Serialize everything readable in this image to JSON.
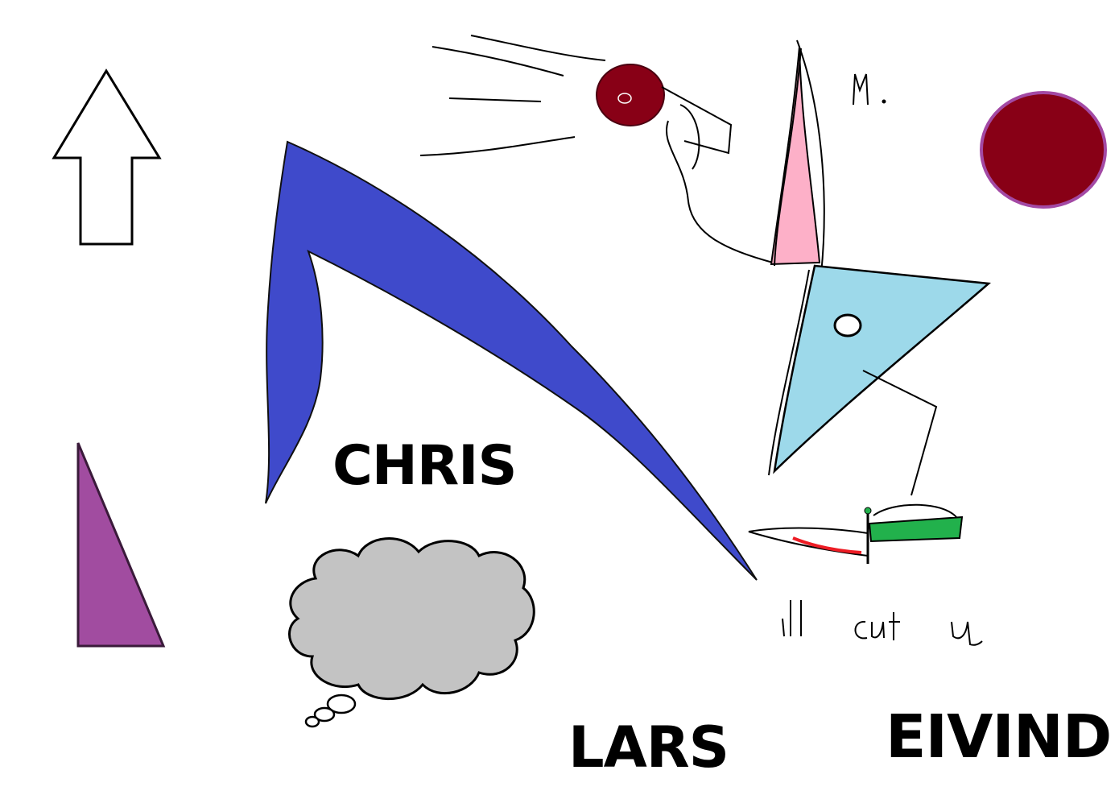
{
  "names": {
    "chris": "CHRIS",
    "lars": "LARS",
    "eivind": "EIVIND"
  },
  "colors": {
    "background": "#ffffff",
    "blue_shape": "#3f4acb",
    "pink_triangle": "#fdb0c8",
    "light_blue_triangle": "#9dd9ea",
    "purple_triangle": "#a14ca0",
    "purple_outline": "#7a307a",
    "maroon_circle": "#880016",
    "circle_outline": "#a349a4",
    "cloud_fill": "#c3c3c3",
    "flag_green": "#22b14c",
    "knife_red": "#ed1c24",
    "ink": "#000000"
  },
  "icons": [
    "up-arrow-icon",
    "purple-triangle-icon",
    "thought-cloud-icon",
    "maroon-circle-icon"
  ]
}
